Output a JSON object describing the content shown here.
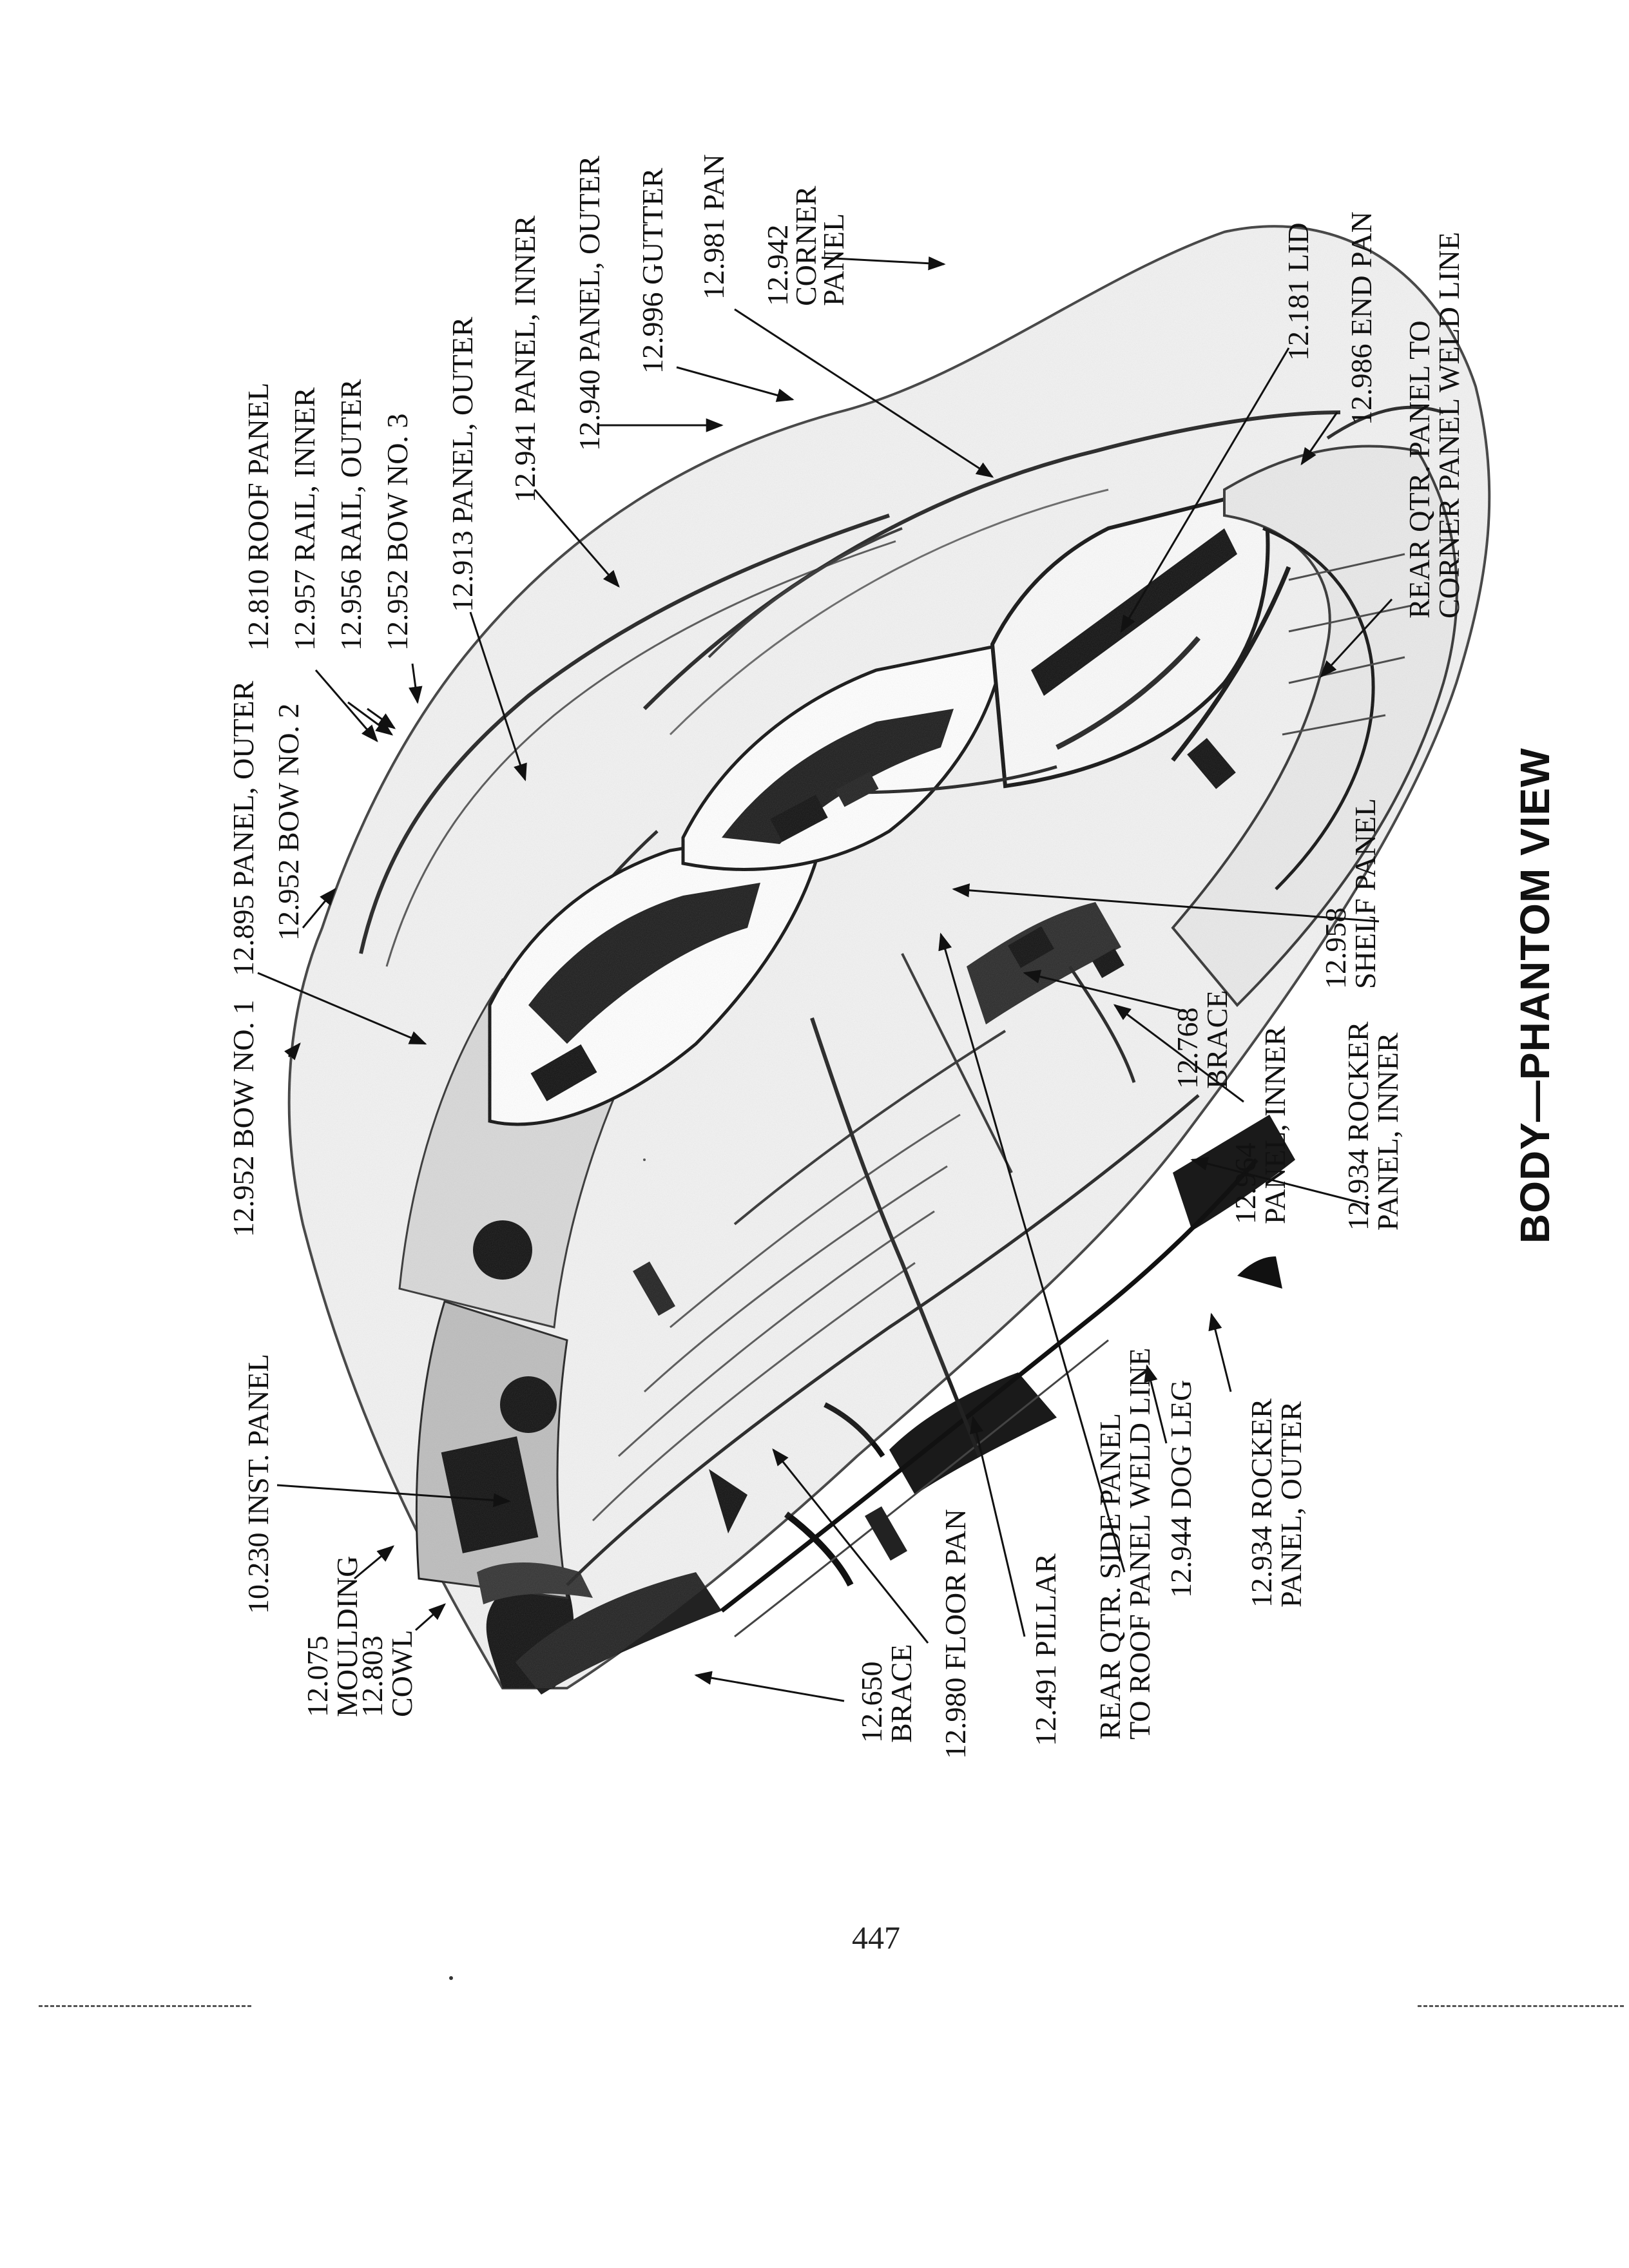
{
  "title": "BODY—PHANTOM VIEW",
  "page_number": "447",
  "labels": [
    {
      "id": "bow-no-1",
      "text": "12.952 BOW NO. 1"
    },
    {
      "id": "panel-outer-895",
      "text": "12.895 PANEL, OUTER"
    },
    {
      "id": "bow-no-2",
      "text": "12.952 BOW NO. 2"
    },
    {
      "id": "roof-panel",
      "text": "12.810 ROOF PANEL"
    },
    {
      "id": "rail-inner",
      "text": "12.957 RAIL, INNER"
    },
    {
      "id": "rail-outer",
      "text": "12.956 RAIL, OUTER"
    },
    {
      "id": "bow-no-3",
      "text": "12.952 BOW NO. 3"
    },
    {
      "id": "panel-outer-913",
      "text": "12.913 PANEL, OUTER"
    },
    {
      "id": "panel-inner-941",
      "text": "12.941 PANEL, INNER"
    },
    {
      "id": "panel-outer-940",
      "text": "12.940 PANEL, OUTER"
    },
    {
      "id": "gutter",
      "text": "12.996 GUTTER"
    },
    {
      "id": "pan-981",
      "text": "12.981 PAN"
    },
    {
      "id": "corner-panel",
      "text": "12.942\nCORNER\nPANEL"
    },
    {
      "id": "lid",
      "text": "12.181 LID"
    },
    {
      "id": "end-pan",
      "text": "12.986 END PAN"
    },
    {
      "id": "rear-qtr-corner-weld",
      "text": "REAR QTR. PANEL TO\nCORNER PANEL WELD LINE"
    },
    {
      "id": "inst-panel",
      "text": "10.230 INST. PANEL"
    },
    {
      "id": "moulding",
      "text": "12.075\nMOULDING"
    },
    {
      "id": "cowl",
      "text": "12.803\nCOWL"
    },
    {
      "id": "brace-650",
      "text": "12.650\nBRACE"
    },
    {
      "id": "floor-pan",
      "text": "12.980 FLOOR PAN"
    },
    {
      "id": "pillar",
      "text": "12.491 PILLAR"
    },
    {
      "id": "rear-qtr-roof-weld",
      "text": "REAR QTR. SIDE PANEL\nTO ROOF PANEL WELD LINE"
    },
    {
      "id": "dog-leg",
      "text": "12.944 DOG LEG"
    },
    {
      "id": "rocker-outer",
      "text": "12.934 ROCKER\nPANEL, OUTER"
    },
    {
      "id": "rocker-inner",
      "text": "12.934 ROCKER\nPANEL, INNER"
    },
    {
      "id": "panel-inner-964",
      "text": "12.964\nPANEL, INNER"
    },
    {
      "id": "brace-768",
      "text": "12.768\nBRACE"
    },
    {
      "id": "shelf-panel",
      "text": "12.958\nSHELF PANEL"
    }
  ]
}
